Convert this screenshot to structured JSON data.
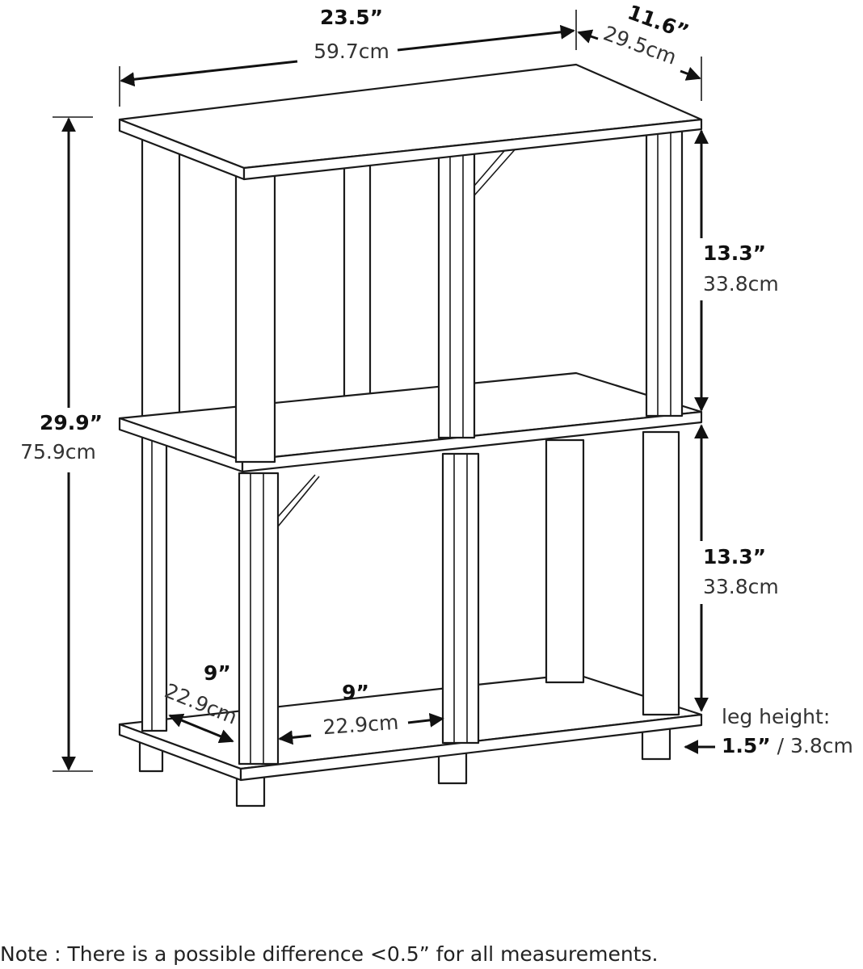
{
  "diagram": {
    "width": {
      "in": "23.5”",
      "cm": "59.7cm"
    },
    "depth": {
      "in": "11.6”",
      "cm": "29.5cm"
    },
    "height": {
      "in": "29.9”",
      "cm": "75.9cm"
    },
    "upper_shelf": {
      "in": "13.3”",
      "cm": "33.8cm"
    },
    "lower_shelf": {
      "in": "13.3”",
      "cm": "33.8cm"
    },
    "cube_depth": {
      "in": "9”",
      "cm": "22.9cm"
    },
    "cube_width": {
      "in": "9”",
      "cm": "22.9cm"
    },
    "leg": {
      "label": "leg height:",
      "in": "1.5”",
      "cm": " / 3.8cm"
    }
  },
  "note": "Note : There is a possible difference <0.5” for all measurements."
}
